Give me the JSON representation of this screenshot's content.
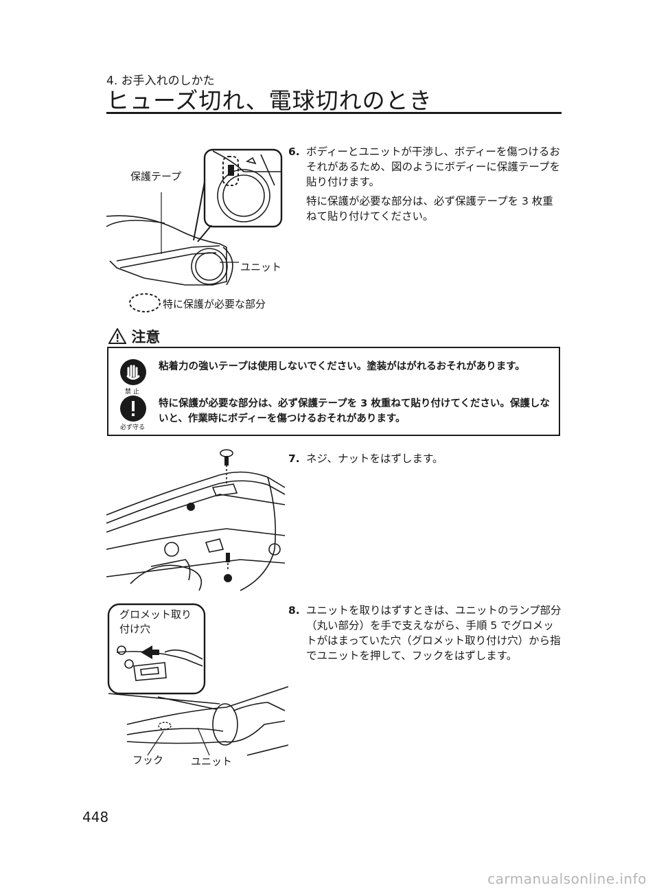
{
  "header": {
    "section": "4. お手入れのしかた",
    "title": "ヒューズ切れ、電球切れのとき"
  },
  "figure1": {
    "label_tape": "保護テープ",
    "label_unit": "ユニット",
    "legend": "特に保護が必要な部分"
  },
  "step6": {
    "number": "6.",
    "text1": "ボディーとユニットが干渉し、ボディーを傷つけるおそれがあるため、図のようにボディーに保護テープを貼り付けます。",
    "text2": "特に保護が必要な部分は、必ず保護テープを 3 枚重ねて貼り付けてください。"
  },
  "caution": {
    "heading": "注意",
    "icon1_caption": "禁 止",
    "icon2_caption": "必ず守る",
    "text1": "粘着力の強いテープは使用しないでください。塗装がはがれるおそれがあります。",
    "text2": "特に保護が必要な部分は、必ず保護テープを 3 枚重ねて貼り付けてください。保護しないと、作業時にボディーを傷つけるおそれがあります。"
  },
  "step7": {
    "number": "7.",
    "text": "ネジ、ナットをはずします。"
  },
  "step8": {
    "number": "8.",
    "text": "ユニットを取りはずすときは、ユニットのランプ部分（丸い部分）を手で支えながら、手順 5 でグロメットがはまっていた穴（グロメット取り付け穴）から指でユニットを押して、フックをはずします。"
  },
  "figure3": {
    "label_grommet_1": "グロメット取り",
    "label_grommet_2": "付け穴",
    "label_hook": "フック",
    "label_unit": "ユニット"
  },
  "footer": {
    "page_number": "448",
    "watermark": "carmanualsonline.info"
  }
}
